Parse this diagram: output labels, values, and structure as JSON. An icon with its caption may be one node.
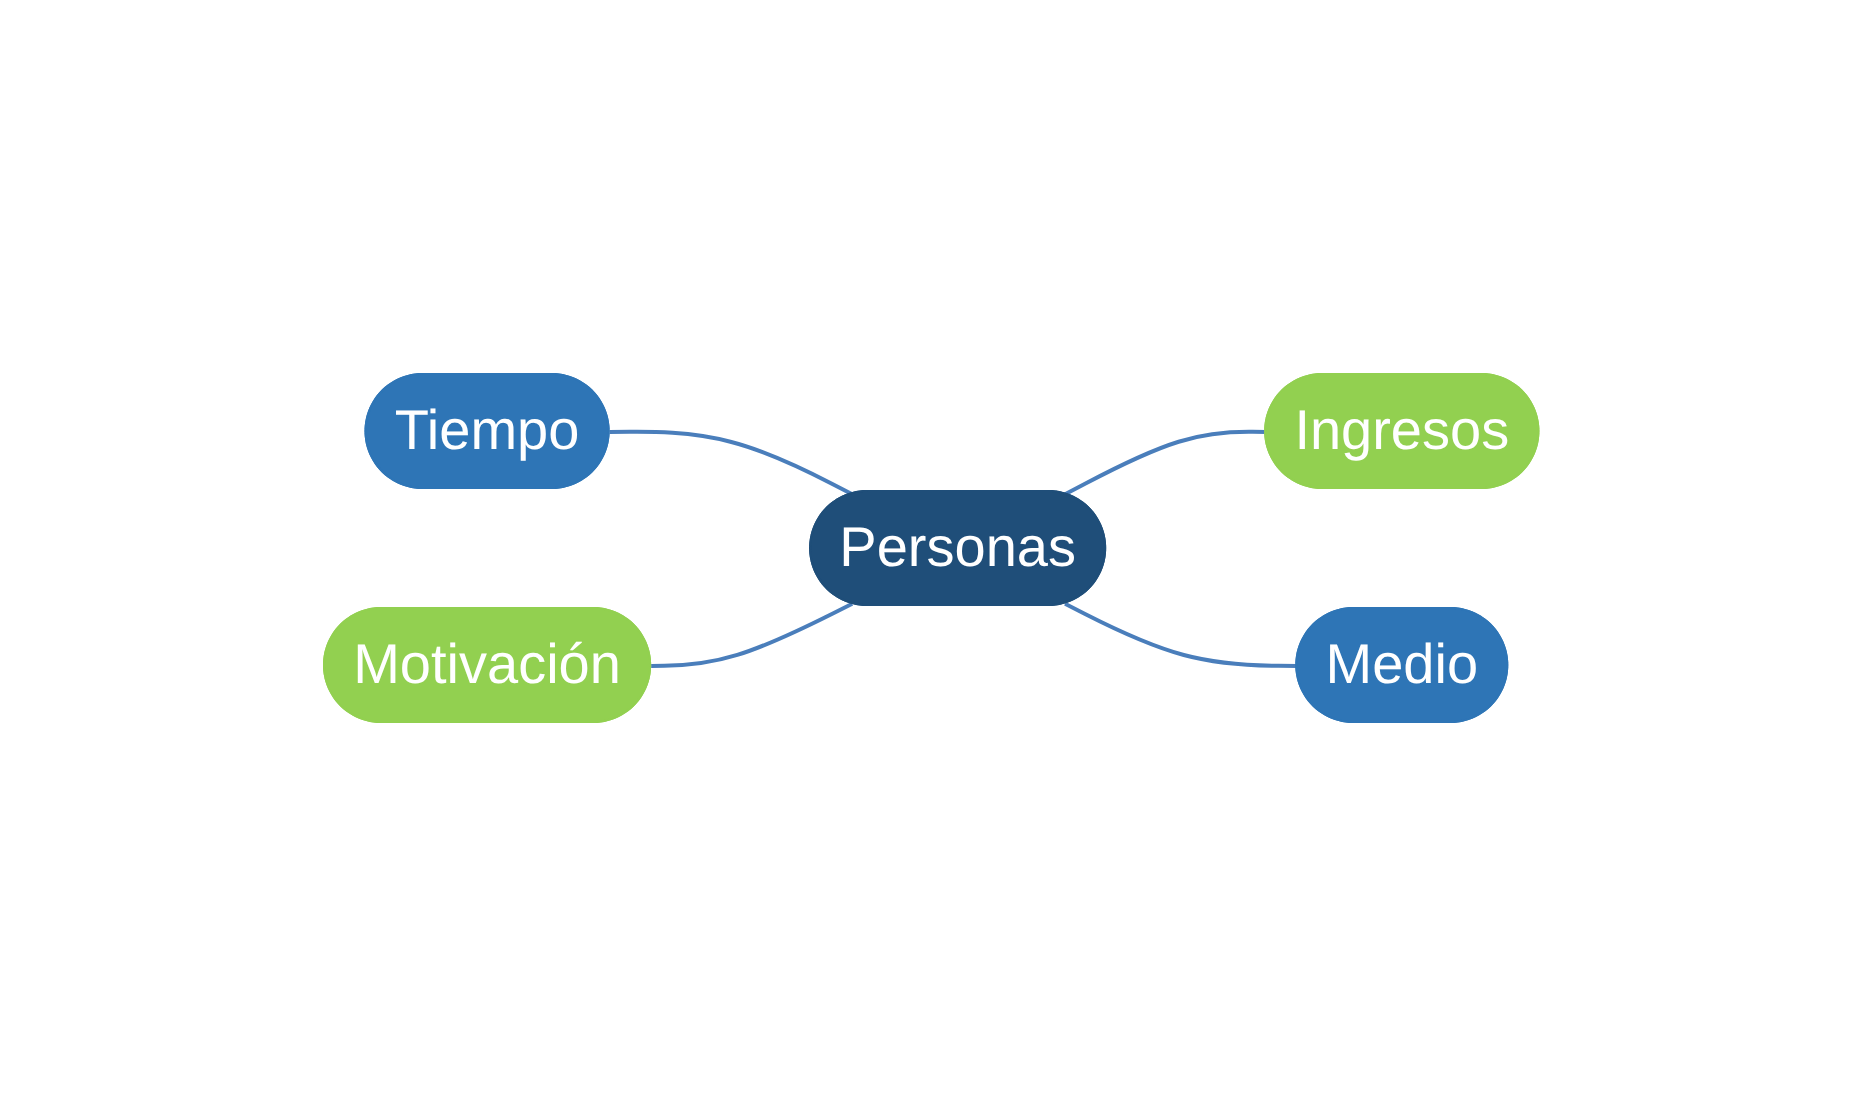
{
  "diagram": {
    "nodes": [
      {
        "text": [
          "Tiempo"
        ]
      },
      {
        "text": [
          "Motivación"
        ]
      },
      {
        "text": [
          "Personas"
        ]
      },
      {
        "text": [
          "Ingresos"
        ]
      },
      {
        "text": [
          "Medio"
        ]
      }
    ],
    "edges": [
      {
        "from": 0,
        "to": 2,
        "arrow": "none"
      },
      {
        "from": 1,
        "to": 2,
        "arrow": "none"
      },
      {
        "from": 2,
        "to": 3,
        "arrow": "none"
      },
      {
        "from": 2,
        "to": 4,
        "arrow": "none"
      }
    ]
  }
}
